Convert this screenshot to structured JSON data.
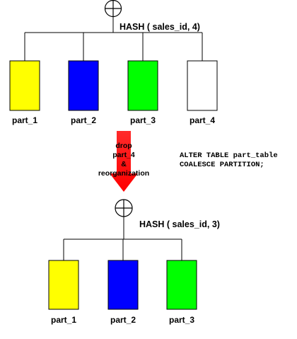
{
  "top": {
    "hash_label": "HASH ( sales_id, 4)",
    "partitions": [
      {
        "label": "part_1",
        "color": "#ffff00"
      },
      {
        "label": "part_2",
        "color": "#0000ff"
      },
      {
        "label": "part_3",
        "color": "#00ff00"
      },
      {
        "label": "part_4",
        "color": "#ffffff"
      }
    ]
  },
  "operation": {
    "arrow_lines": [
      "drop",
      "part_4",
      "&",
      "reorganization"
    ],
    "arrow_color": "#ff0000",
    "sql_lines": [
      "ALTER TABLE part_table",
      "COALESCE PARTITION;"
    ]
  },
  "bottom": {
    "hash_label": "HASH ( sales_id, 3)",
    "partitions": [
      {
        "label": "part_1",
        "color": "#ffff00"
      },
      {
        "label": "part_2",
        "color": "#0000ff"
      },
      {
        "label": "part_3",
        "color": "#00ff00"
      }
    ]
  }
}
